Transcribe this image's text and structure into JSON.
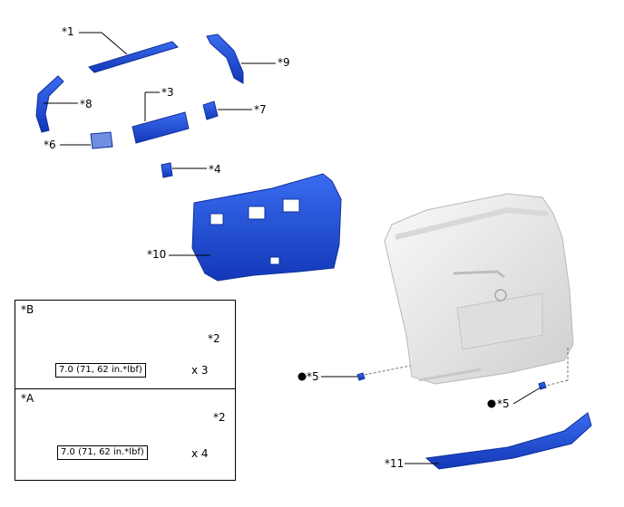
{
  "callouts": {
    "c1": "*1",
    "c2a": "*2",
    "c2b": "*2",
    "c3": "*3",
    "c4": "*4",
    "c5a": "*5",
    "c5b": "*5",
    "c6": "*6",
    "c7": "*7",
    "c8": "*8",
    "c9": "*9",
    "c10": "*10",
    "c11": "*11"
  },
  "boxes": {
    "b": {
      "tag": "*B",
      "torque": "7.0 (71, 62 in.*lbf)",
      "qty": "x 3"
    },
    "a": {
      "tag": "*A",
      "torque": "7.0 (71, 62 in.*lbf)",
      "qty": "x 4"
    }
  },
  "colors": {
    "part_blue": "#1f4fd6",
    "part_blue_dark": "#0f2f9a",
    "gate_white": "#f1f1f1",
    "gate_shade": "#c9c9c9"
  }
}
